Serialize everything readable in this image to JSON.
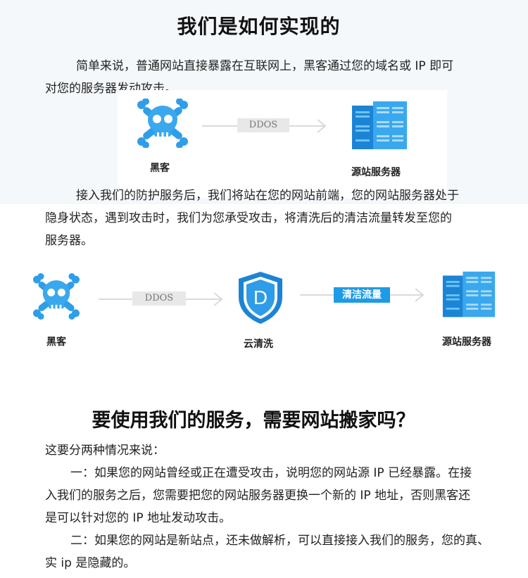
{
  "section1": {
    "title": "我们是如何实现的",
    "intro_line1": "简单来说，普通网站直接暴露在互联网上，黑客通过您的域名或 IP 即可",
    "intro_line2": "对您的服务器发动攻击。",
    "diagram1": {
      "hacker_label": "黑客",
      "attack_tag": "DDOS",
      "server_label": "源站服务器"
    },
    "para2_line1": "接入我们的防护服务后，我们将站在您的网站前端，您的网站服务器处于",
    "para2_line2": "隐身状态，遇到攻击时，我们为您承受攻击，将清洗后的清洁流量转发至您的",
    "para2_line3": "服务器。",
    "diagram2": {
      "hacker_label": "黑客",
      "attack_tag": "DDOS",
      "shield_letter": "D",
      "cloud_label": "云清洗",
      "clean_tag": "清洁流量",
      "server_label": "源站服务器"
    }
  },
  "section2": {
    "title": "要使用我们的服务，需要网站搬家吗？",
    "lead": "这要分两种情况来说：",
    "case1_line1": "一：如果您的网站曾经或正在遭受攻击，说明您的网站源 IP 已经暴露。在接",
    "case1_line2": "入我们的服务之后，您需要把您的网站服务器更换一个新的 IP 地址，否则黑客还",
    "case1_line3": "是可以针对您的 IP 地址发动攻击。",
    "case2_line1": "二：如果您的网站是新站点，还未做解析，可以直接接入我们的服务，您的真、",
    "case2_line2": "实 ip 是隐藏的。"
  },
  "colors": {
    "accent_blue": "#1e9be6",
    "icon_light_blue": "#52b6f0",
    "icon_dark_blue": "#1c84d4",
    "arrow_gray": "#d8d8d8",
    "tag_gray": "#e8e8e8"
  },
  "icons": [
    "skull-crossbones-icon",
    "server-rack-icon",
    "shield-icon",
    "arrow-right-icon"
  ]
}
